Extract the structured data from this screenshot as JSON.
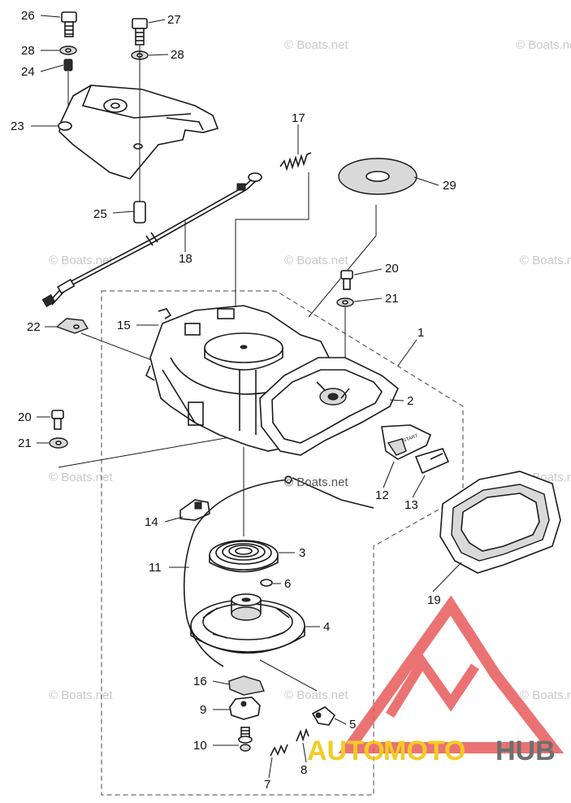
{
  "diagram": {
    "callouts": [
      {
        "id": "26",
        "text": "26"
      },
      {
        "id": "27",
        "text": "27"
      },
      {
        "id": "28a",
        "text": "28"
      },
      {
        "id": "28b",
        "text": "28"
      },
      {
        "id": "24",
        "text": "24"
      },
      {
        "id": "23",
        "text": "23"
      },
      {
        "id": "17",
        "text": "17"
      },
      {
        "id": "29",
        "text": "29"
      },
      {
        "id": "25",
        "text": "25"
      },
      {
        "id": "18",
        "text": "18"
      },
      {
        "id": "20a",
        "text": "20"
      },
      {
        "id": "21a",
        "text": "21"
      },
      {
        "id": "22",
        "text": "22"
      },
      {
        "id": "15",
        "text": "15"
      },
      {
        "id": "1",
        "text": "1"
      },
      {
        "id": "2",
        "text": "2"
      },
      {
        "id": "20b",
        "text": "20"
      },
      {
        "id": "21b",
        "text": "21"
      },
      {
        "id": "12",
        "text": "12"
      },
      {
        "id": "13",
        "text": "13"
      },
      {
        "id": "14",
        "text": "14"
      },
      {
        "id": "3",
        "text": "3"
      },
      {
        "id": "11",
        "text": "11"
      },
      {
        "id": "6",
        "text": "6"
      },
      {
        "id": "19",
        "text": "19"
      },
      {
        "id": "4",
        "text": "4"
      },
      {
        "id": "16",
        "text": "16"
      },
      {
        "id": "9",
        "text": "9"
      },
      {
        "id": "5",
        "text": "5"
      },
      {
        "id": "10",
        "text": "10"
      },
      {
        "id": "8",
        "text": "8"
      },
      {
        "id": "7",
        "text": "7"
      }
    ],
    "handle_text": "START"
  },
  "watermarks": {
    "boats_net": "© Boats.net"
  },
  "logo": {
    "part1": "AUTO",
    "part2": "MOTO",
    "part3": "HUB",
    "color_auto": "#f2c200",
    "color_moto": "#f2c200",
    "color_hub": "#555555",
    "triangle_color": "#e85a5a"
  }
}
